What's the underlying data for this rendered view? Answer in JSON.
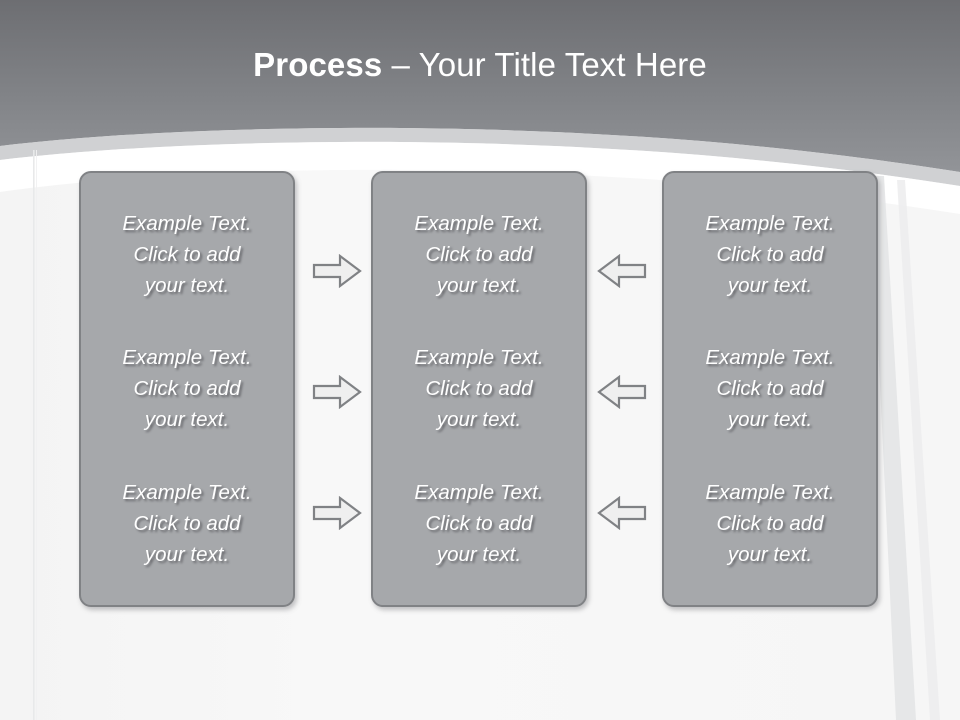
{
  "slide": {
    "title": {
      "strong": "Process",
      "rest": " – Your Title Text Here"
    },
    "theme": {
      "header_gray_top": "#6f7073",
      "header_gray_bottom": "#8e9094",
      "body_background": "#f7f7f7",
      "box_fill": "#a6a8ab",
      "box_border": "#808285",
      "arrow_fill": "#efefef",
      "arrow_border": "#808285",
      "title_color": "#ffffff",
      "box_text_color": "#ffffff"
    },
    "columns": [
      {
        "name": "column-left",
        "blocks": [
          "Example Text.\nClick  to add\nyour text.",
          "Example Text.\nClick  to add\nyour text.",
          "Example Text.\nClick  to add\nyour text."
        ]
      },
      {
        "name": "column-center",
        "blocks": [
          "Example Text.\nClick  to add\nyour text.",
          "Example Text.\nClick  to add\nyour text.",
          "Example Text.\nClick  to add\nyour text."
        ]
      },
      {
        "name": "column-right",
        "blocks": [
          "Example Text.\nClick  to add\nyour text.",
          "Example Text.\nClick  to add\nyour text.",
          "Example Text.\nClick  to add\nyour text."
        ]
      }
    ],
    "connectors": {
      "left_to_center": [
        {
          "icon": "arrow-right-icon"
        },
        {
          "icon": "arrow-right-icon"
        },
        {
          "icon": "arrow-right-icon"
        }
      ],
      "right_to_center": [
        {
          "icon": "arrow-left-icon"
        },
        {
          "icon": "arrow-left-icon"
        },
        {
          "icon": "arrow-left-icon"
        }
      ]
    }
  }
}
